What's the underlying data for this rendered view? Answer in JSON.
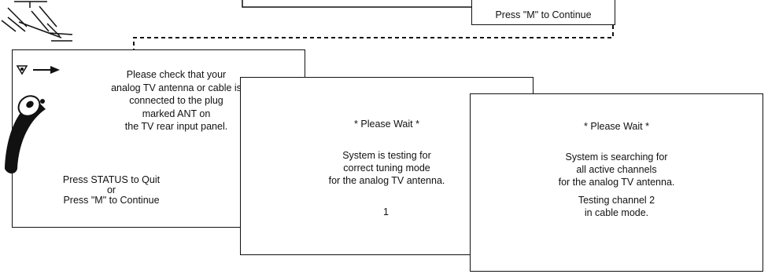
{
  "top_screen": {
    "continue_text": "Press \"M\" to Continue"
  },
  "screen1": {
    "message_lines": [
      "Please check that your",
      "analog TV antenna or cable is",
      "connected to the plug",
      "marked ANT on",
      "the TV rear input panel."
    ],
    "quit_text": "Press STATUS to Quit",
    "or_text": "or",
    "continue_text": "Press \"M\" to Continue"
  },
  "screen2": {
    "wait_text": "* Please Wait *",
    "status_lines": [
      "System is testing for",
      "correct tuning mode",
      "for the analog TV antenna."
    ],
    "counter": "1"
  },
  "screen3": {
    "wait_text": "* Please Wait *",
    "status_lines": [
      "System is searching for",
      "all active channels",
      "for the analog TV antenna."
    ],
    "channel_lines": [
      "Testing channel 2",
      "in cable mode."
    ]
  },
  "icons": {
    "antenna": "antenna-icon",
    "remote": "remote-pointer-icon",
    "plug": "plug-icon",
    "arrow": "arrow-right-icon"
  }
}
